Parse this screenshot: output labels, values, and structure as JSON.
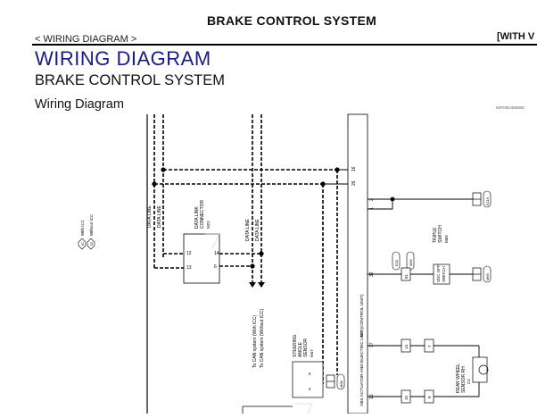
{
  "page": {
    "title": "BRAKE CONTROL SYSTEM",
    "breadcrumb": "< WIRING DIAGRAM >",
    "section_tag": "[WITH V",
    "section_heading": "WIRING DIAGRAM",
    "system_title": "BRAKE CONTROL SYSTEM",
    "subsection_title": "Wiring Diagram",
    "info_id": "INFOID:000000"
  },
  "diagram": {
    "legend": {
      "with_icc": "With ICC",
      "without_icc": "Without ICC",
      "sym_with": "IC",
      "sym_without": "02"
    },
    "wire_labels": {
      "data_line_a": "DATA LINE",
      "data_line_b": "DATA LINE",
      "data_line_c": "DATA LINE",
      "data_line_d": "DATA LINE"
    },
    "data_link_connector": {
      "name_1": "DATA LINK",
      "name_2": "CONNECTOR",
      "code": "M22",
      "pin_12": "12",
      "pin_13": "13",
      "pin_14": "14",
      "pin_6": "6"
    },
    "can_notes": {
      "with_icc": "To CAN system (With ICC)",
      "without_icc": "To CAN system (Without ICC)"
    },
    "abs_unit": {
      "label": "ABS ACTUATOR AND ELECTRIC UNIT (CONTROL UNIT)",
      "code": "E30",
      "pin_16": "16",
      "pin_26": "26",
      "pin_2": "2",
      "pin_1": "1",
      "pin_32": "32",
      "pin_17": "17",
      "pin_15": "15"
    },
    "ground_codes": {
      "e116": "E116",
      "m69": "M69",
      "m68": "M68"
    },
    "triple_switch": {
      "line_1": "TRIPLE",
      "line_2": "SWITCH",
      "code": "M69",
      "line_3": "VDC OFF",
      "line_4": "SWITCH"
    },
    "connectors": {
      "e25": "E25",
      "m49": "M49",
      "pin_81": "81"
    },
    "steering_sensor": {
      "line_1": "STEERING",
      "line_2": "ANGLE",
      "line_3": "SENSOR",
      "code": "M47"
    },
    "wheel_sensor": {
      "line_1": "REAR WHEEL",
      "line_2": "SENSOR RH",
      "code": "C2"
    },
    "pins_misc": {
      "p14": "14",
      "p7": "7",
      "p15": "15",
      "p8": "8",
      "p1": "1",
      "p2": "2",
      "p3": "3",
      "p4": "4",
      "p5": "5"
    }
  }
}
